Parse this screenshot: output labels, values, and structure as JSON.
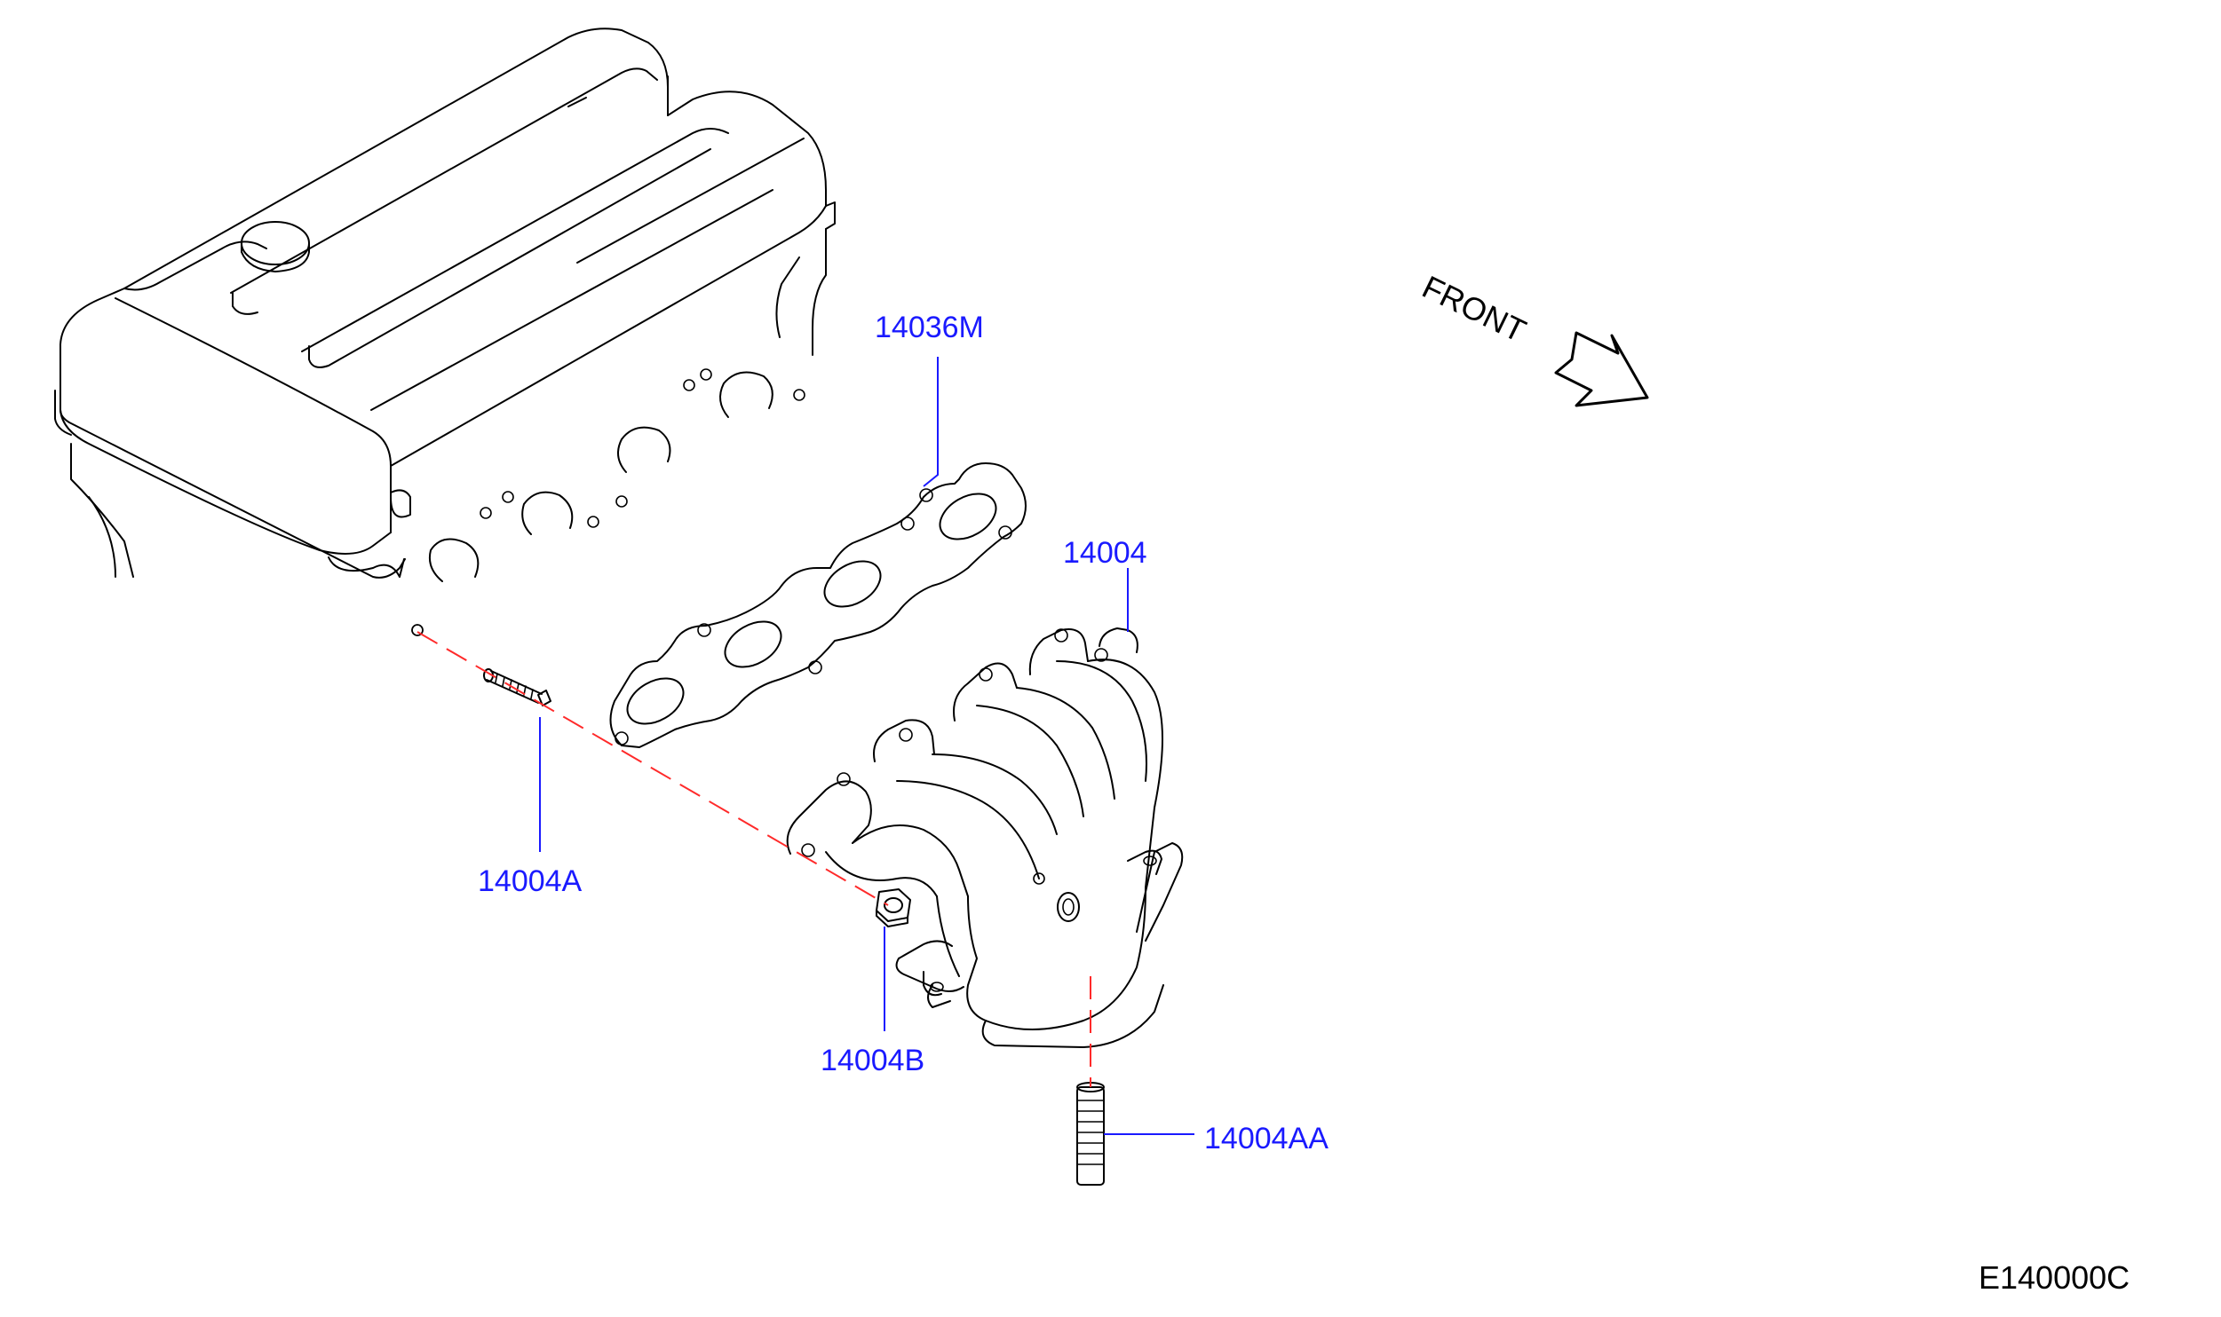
{
  "diagram": {
    "type": "exploded parts diagram",
    "front_label": "FRONT",
    "drawing_code": "E140000C",
    "parts": [
      {
        "id": "14036M",
        "label": "14036M"
      },
      {
        "id": "14004",
        "label": "14004"
      },
      {
        "id": "14004A",
        "label": "14004A"
      },
      {
        "id": "14004B",
        "label": "14004B"
      },
      {
        "id": "14004AA",
        "label": "14004AA"
      }
    ],
    "colors": {
      "part_label": "#1a1aff",
      "leader_line": "#1a1aff",
      "assembly_dash": "#ff2a2a",
      "line_art": "#000000"
    }
  }
}
